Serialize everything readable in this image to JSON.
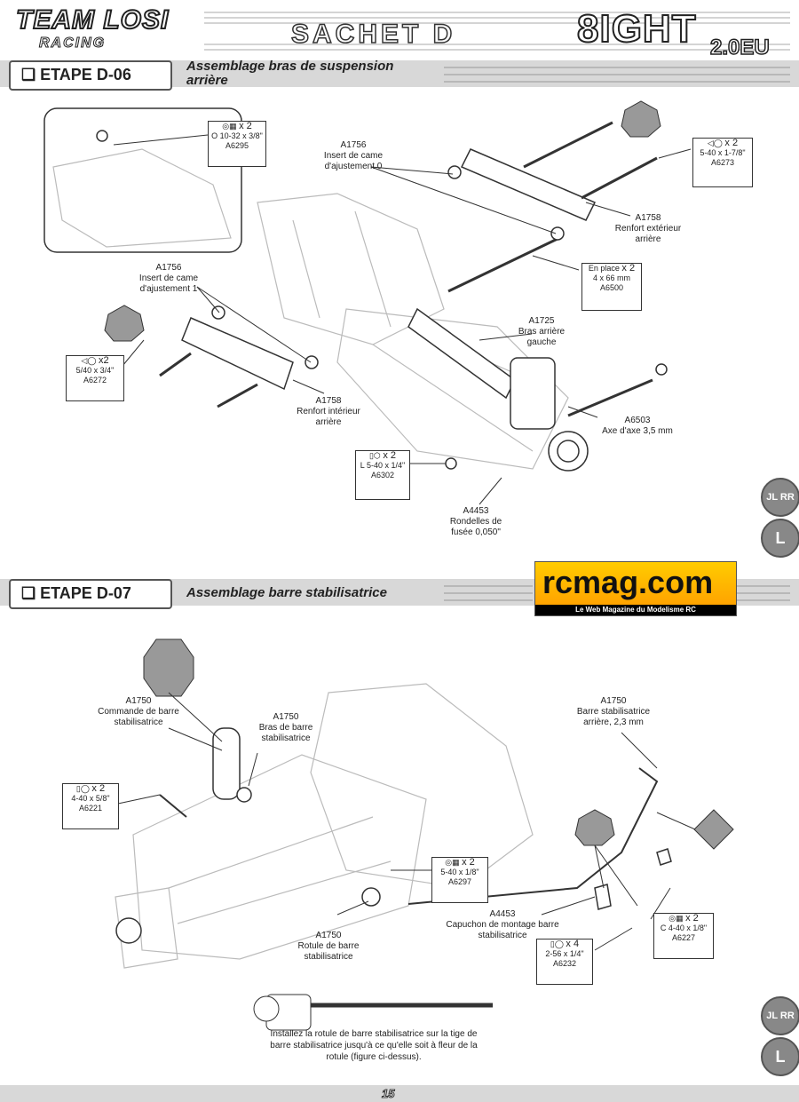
{
  "header": {
    "brand": "TEAM LOSI",
    "brand_sub": "RACING",
    "bag": "SACHET D",
    "model": "8IGHT",
    "model_sub": "2.0EU"
  },
  "step1": {
    "tab": "ETAPE D-06",
    "title_l1": "Assemblage bras de suspension",
    "title_l2": "arrière",
    "labels": {
      "insert0_code": "A1756",
      "insert0_l1": "Insert de came",
      "insert0_l2": "d'ajustement 0",
      "renfext_code": "A1758",
      "renfext_l1": "Renfort extérieur",
      "renfext_l2": "arrière",
      "insert1_code": "A1756",
      "insert1_l1": "Insert de came",
      "insert1_l2": "d'ajustement 1",
      "bras_code": "A1725",
      "bras_l1": "Bras arrière",
      "bras_l2": "gauche",
      "renfint_code": "A1758",
      "renfint_l1": "Renfort intérieur",
      "renfint_l2": "arrière",
      "axe_code": "A6503",
      "axe_l1": "Axe d'axe 3,5 mm",
      "rond_code": "A4453",
      "rond_l1": "Rondelles de",
      "rond_l2": "fusée 0,050\""
    },
    "parts": [
      {
        "qty": "x 2",
        "desc": "O 10-32 x 3/8\"",
        "code": "A6295"
      },
      {
        "qty": "x 2",
        "desc": "5-40 x 1-7/8\"",
        "code": "A6273"
      },
      {
        "qty": "x 2",
        "pre": "En place",
        "desc": "4 x 66 mm",
        "code": "A6500"
      },
      {
        "qty": "x2",
        "desc": "5/40 x 3/4\"",
        "code": "A6272"
      },
      {
        "qty": "x 2",
        "desc": "L 5-40 x 1/4\"",
        "code": "A6302"
      }
    ]
  },
  "ad": {
    "title": "rcmag.com",
    "sub": "Le Web Magazine du Modelisme RC"
  },
  "step2": {
    "tab": "ETAPE D-07",
    "title": "Assemblage barre stabilisatrice",
    "labels": {
      "cmd_code": "A1750",
      "cmd_l1": "Commande de barre",
      "cmd_l2": "stabilisatrice",
      "bras_code": "A1750",
      "bras_l1": "Bras de barre",
      "bras_l2": "stabilisatrice",
      "barre_code": "A1750",
      "barre_l1": "Barre stabilisatrice",
      "barre_l2": "arrière, 2,3 mm",
      "cap_code": "A4453",
      "cap_l1": "Capuchon de montage barre",
      "cap_l2": "stabilisatrice",
      "rot_code": "A1750",
      "rot_l1": "Rotule de barre",
      "rot_l2": "stabilisatrice"
    },
    "parts": [
      {
        "qty": "x 2",
        "desc": "4-40 x 5/8\"",
        "code": "A6221"
      },
      {
        "qty": "x 2",
        "desc": "5-40 x 1/8\"",
        "code": "A6297"
      },
      {
        "qty": "x 2",
        "desc": "C 4-40 x 1/8\"",
        "code": "A6227"
      },
      {
        "qty": "x 4",
        "desc": "2-56 x 1/4\"",
        "code": "A6232"
      }
    ],
    "note_l1": "Installez la rotule de barre stabilisatrice sur la tige de",
    "note_l2": "barre stabilisatrice jusqu'à ce qu'elle soit à fleur de la",
    "note_l3": "rotule (figure ci-dessus)."
  },
  "side": {
    "btn1": "JL RR",
    "btn2": "L"
  },
  "page": "15"
}
